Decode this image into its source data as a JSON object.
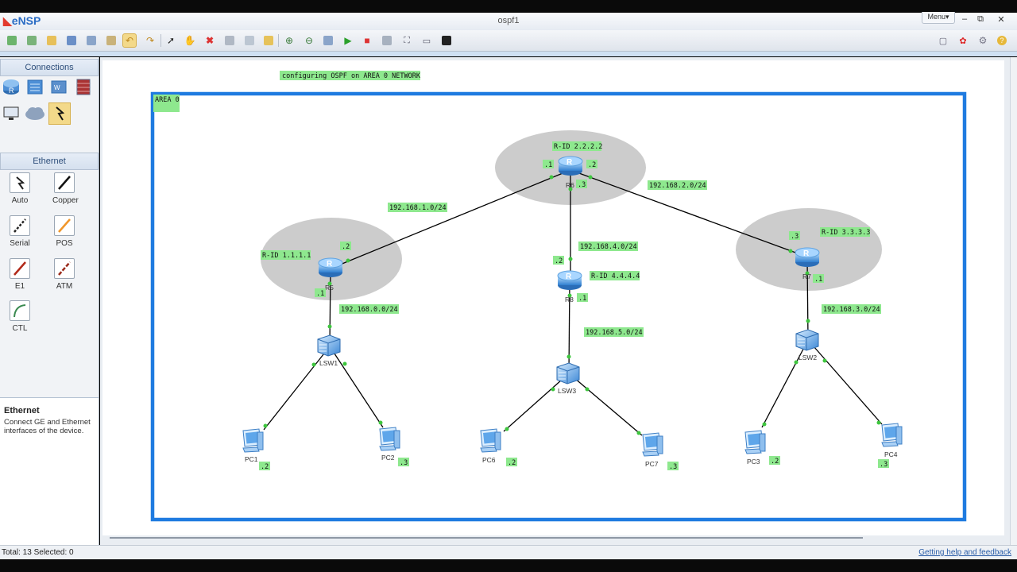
{
  "app": {
    "logo": "eNSP",
    "window_title": "ospf1",
    "menu_label": "Menu▾",
    "controls": [
      "–",
      "⧉",
      "✕"
    ]
  },
  "sidebar": {
    "connections_title": "Connections",
    "ethernet_title": "Ethernet",
    "cables": [
      {
        "label": "Auto",
        "color": "#222222"
      },
      {
        "label": "Copper",
        "color": "#111111"
      },
      {
        "label": "Serial",
        "color": "#222222"
      },
      {
        "label": "POS",
        "color": "#f0962a"
      },
      {
        "label": "E1",
        "color": "#b22a1a"
      },
      {
        "label": "ATM",
        "color": "#9a2a1a"
      },
      {
        "label": "CTL",
        "color": "#3a8a50"
      }
    ],
    "help_title": "Ethernet",
    "help_text": "Connect GE and Ethernet interfaces of the device."
  },
  "topology": {
    "note": "configuring OSPF on AREA 0 NETWORK",
    "area_label": "AREA 0",
    "colors": {
      "area_border": "#1f7be0",
      "label_bg": "#8ee88e",
      "ellipse": "#cccccc",
      "link": "#000000",
      "port": "#3ec63e"
    },
    "routers": [
      {
        "name": "R6",
        "rid": "R-ID 2.2.2.2"
      },
      {
        "name": "R5",
        "rid": "R-ID 1.1.1.1"
      },
      {
        "name": "R7",
        "rid": "R-ID 3.3.3.3"
      },
      {
        "name": "R8",
        "rid": "R-ID 4.4.4.4"
      }
    ],
    "switches": [
      {
        "name": "LSW1"
      },
      {
        "name": "LSW3"
      },
      {
        "name": "LSW2"
      }
    ],
    "pcs": [
      {
        "name": "PC1",
        "ip": ".2"
      },
      {
        "name": "PC2",
        "ip": ".3"
      },
      {
        "name": "PC6",
        "ip": ".2"
      },
      {
        "name": "PC7",
        "ip": ".3"
      },
      {
        "name": "PC3",
        "ip": ".2"
      },
      {
        "name": "PC4",
        "ip": ".3"
      }
    ],
    "networks": [
      "192.168.1.0/24",
      "192.168.2.0/24",
      "192.168.4.0/24",
      "192.168.0.0/24",
      "192.168.5.0/24",
      "192.168.3.0/24"
    ],
    "if_labels": {
      "r6_left": ".1",
      "r6_right": ".2",
      "r6_bottom": ".3",
      "r5_top": ".2",
      "r5_bottom": ".1",
      "r7_top": ".3",
      "r7_bottom": ".1",
      "r8_top": ".2",
      "r8_bottom": ".1"
    }
  },
  "status": {
    "left": "Total: 13  Selected: 0",
    "right": "Getting help and feedback"
  }
}
